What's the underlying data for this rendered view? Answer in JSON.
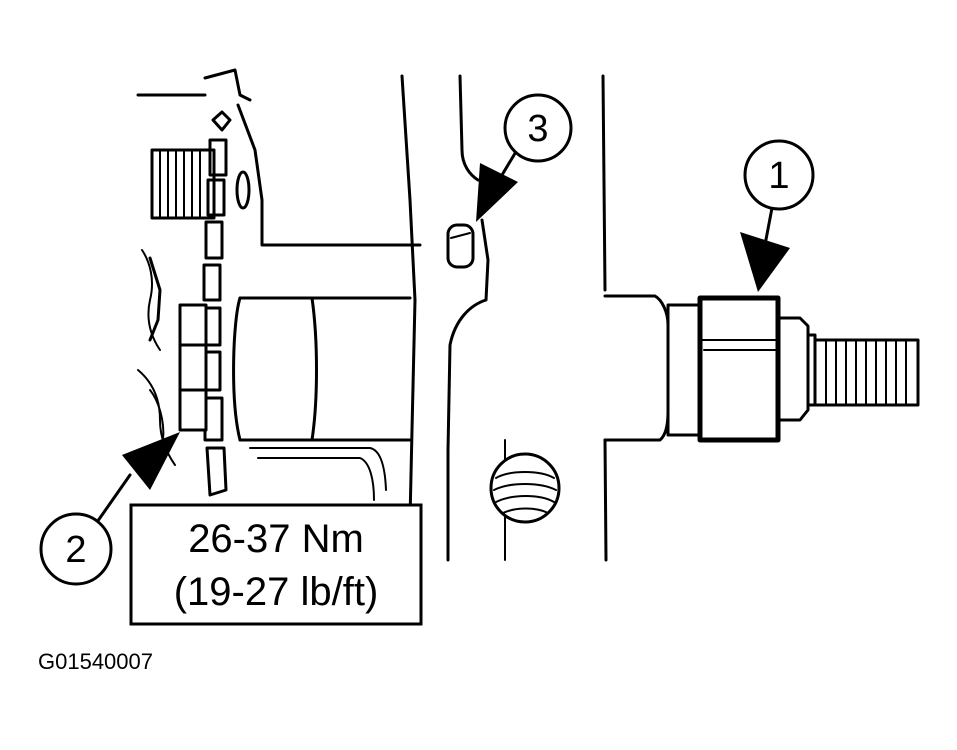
{
  "diagram": {
    "callouts": [
      {
        "id": "1",
        "label": "1"
      },
      {
        "id": "2",
        "label": "2"
      },
      {
        "id": "3",
        "label": "3"
      }
    ],
    "torque_spec": {
      "line1": "26-37 Nm",
      "line2": "(19-27 lb/ft)"
    },
    "figure_id": "G01540007"
  }
}
